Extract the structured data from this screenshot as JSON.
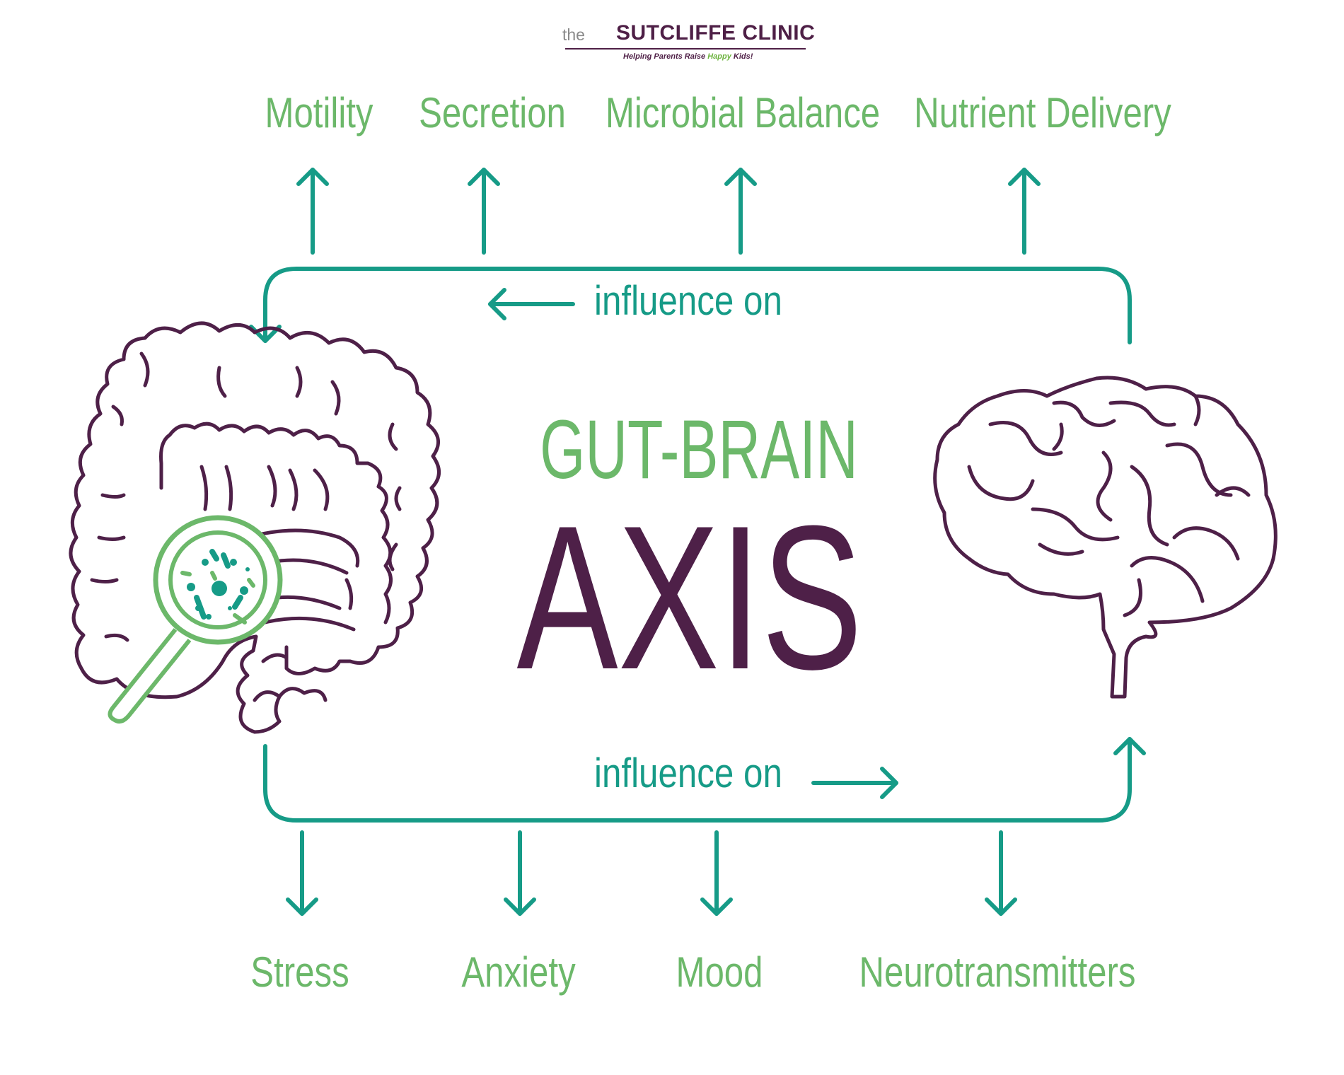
{
  "logo": {
    "prefix": "the",
    "name": "SUTCLIFFE CLINIC",
    "tagline_start": "Helping Parents Raise ",
    "tagline_happy": "Happy",
    "tagline_end": " Kids!"
  },
  "title": {
    "line1": "GUT-BRAIN",
    "line2": "AXIS"
  },
  "top_labels": [
    "Motility",
    "Secretion",
    "Microbial Balance",
    "Nutrient Delivery"
  ],
  "bottom_labels": [
    "Stress",
    "Anxiety",
    "Mood",
    "Neurotransmitters"
  ],
  "influence_top": "influence on",
  "influence_bottom": "influence on",
  "colors": {
    "teal": "#169b87",
    "green": "#6cb86a",
    "purple": "#4e2048"
  },
  "icons": [
    "intestine-icon",
    "magnifier-icon",
    "brain-icon"
  ]
}
